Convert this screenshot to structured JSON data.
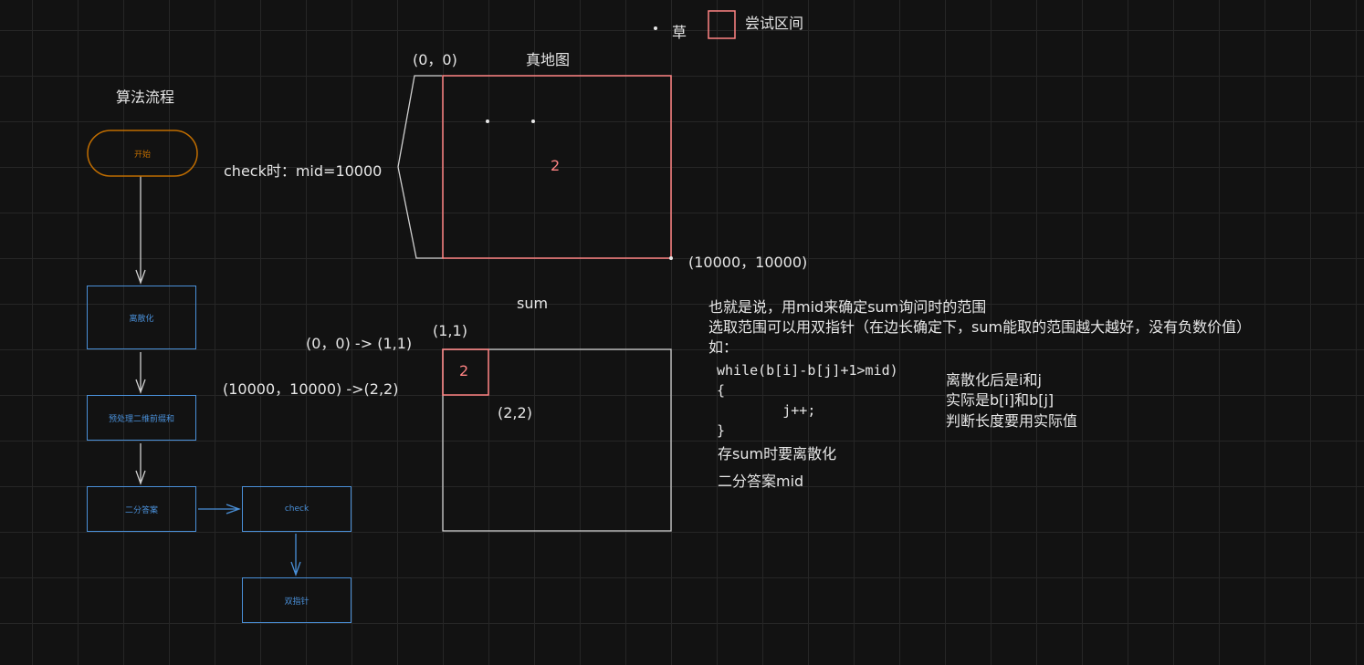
{
  "legend": {
    "grass_label": "草",
    "range_label": "尝试区间"
  },
  "flow": {
    "title": "算法流程",
    "start": "开始",
    "step1": "离散化",
    "step2": "预处理二维前缀和",
    "step3": "二分答案",
    "step4": "check",
    "step5": "双指针"
  },
  "map": {
    "origin": "(0，0)",
    "title": "真地图",
    "value": "2",
    "corner": "(10000，10000)",
    "check_label": "check时：mid=10000"
  },
  "sum": {
    "title": "sum",
    "map1": "(0，0) -> (1,1)",
    "map2": "(10000，10000) ->(2,2)",
    "p11": "(1,1)",
    "p22": "(2,2)",
    "value": "2"
  },
  "notes": {
    "line1": "也就是说，用mid来确定sum询问时的范围",
    "line2": "选取范围可以用双指针（在边长确定下，sum能取的范围越大越好，没有负数价值）",
    "line3": "如：",
    "code1": "while(b[i]-b[j]+1>mid)",
    "code2": "{",
    "code3": "        j++;",
    "code4": "}",
    "line4": "存sum时要离散化",
    "line5": "二分答案mid",
    "side1": "离散化后是i和j",
    "side2": "实际是b[i]和b[j]",
    "side3": "判断长度要用实际值"
  },
  "colors": {
    "red": "#ff8383",
    "blue": "#4a90d9",
    "orange": "#c06d00"
  }
}
